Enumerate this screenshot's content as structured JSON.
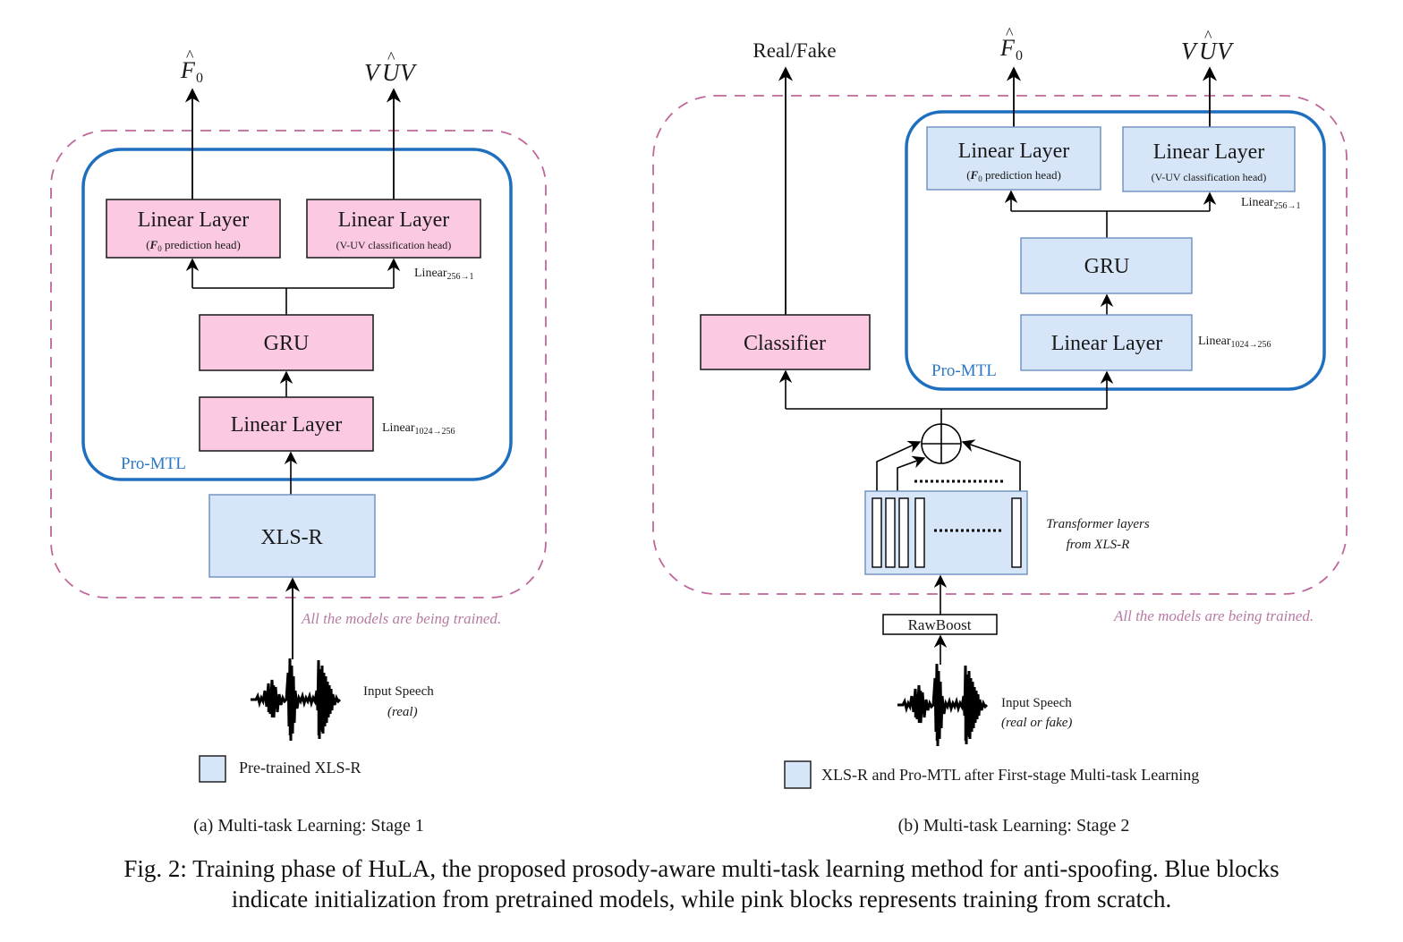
{
  "colors": {
    "pink_fill": "#fcc9e3",
    "blue_fill": "#d6e6f8",
    "blue_border": "#6c8ebf",
    "promtl_border": "#1f6fbf",
    "dashed_border": "#c0679a",
    "trained_note": "#b77aa3"
  },
  "panel_a": {
    "outputs": {
      "f0": "F",
      "f0_sub": "0",
      "vuv_v1": "V",
      "vuv_u": "U",
      "vuv_v2": "V"
    },
    "f0_head": {
      "title": "Linear Layer",
      "subtitle_pre": "(",
      "subtitle_var": "F",
      "subtitle_sub": "0",
      "subtitle_post": " prediction head)"
    },
    "vuv_head": {
      "title": "Linear Layer",
      "subtitle": "(V-UV classification head)"
    },
    "head_dims": {
      "label": "Linear",
      "sub": "256→1"
    },
    "gru": "GRU",
    "linear": "Linear Layer",
    "linear_dims": {
      "label": "Linear",
      "sub": "1024→256"
    },
    "promtl_label": "Pro-MTL",
    "xlsr": "XLS-R",
    "trained_note": "All the models are being trained.",
    "input_label": "Input Speech",
    "input_sub": "(real)",
    "legend": "Pre-trained XLS-R",
    "caption": "(a) Multi-task Learning: Stage 1"
  },
  "panel_b": {
    "outputs": {
      "realfake": "Real/Fake",
      "f0": "F",
      "f0_sub": "0",
      "vuv_v1": "V",
      "vuv_u": "U",
      "vuv_v2": "V"
    },
    "f0_head": {
      "title": "Linear Layer",
      "subtitle_pre": "(",
      "subtitle_var": "F",
      "subtitle_sub": "0",
      "subtitle_post": " prediction head)"
    },
    "vuv_head": {
      "title": "Linear Layer",
      "subtitle": "(V-UV classification head)"
    },
    "head_dims": {
      "label": "Linear",
      "sub": "256→1"
    },
    "gru": "GRU",
    "linear": "Linear Layer",
    "linear_dims": {
      "label": "Linear",
      "sub": "1024→256"
    },
    "promtl_label": "Pro-MTL",
    "classifier": "Classifier",
    "transformer_label_1": "Transformer layers",
    "transformer_label_2": "from XLS-R",
    "rawboost": "RawBoost",
    "trained_note": "All the models are being trained.",
    "input_label": "Input Speech",
    "input_sub": "(real or fake)",
    "legend": "XLS-R and Pro-MTL after First-stage Multi-task Learning",
    "caption": "(b) Multi-task Learning: Stage 2"
  },
  "figure_caption": {
    "line1": "Fig. 2: Training phase of HuLA, the proposed prosody-aware multi-task learning method for anti-spoofing. Blue blocks",
    "line2": "indicate initialization from pretrained models, while pink blocks represents training from scratch."
  }
}
